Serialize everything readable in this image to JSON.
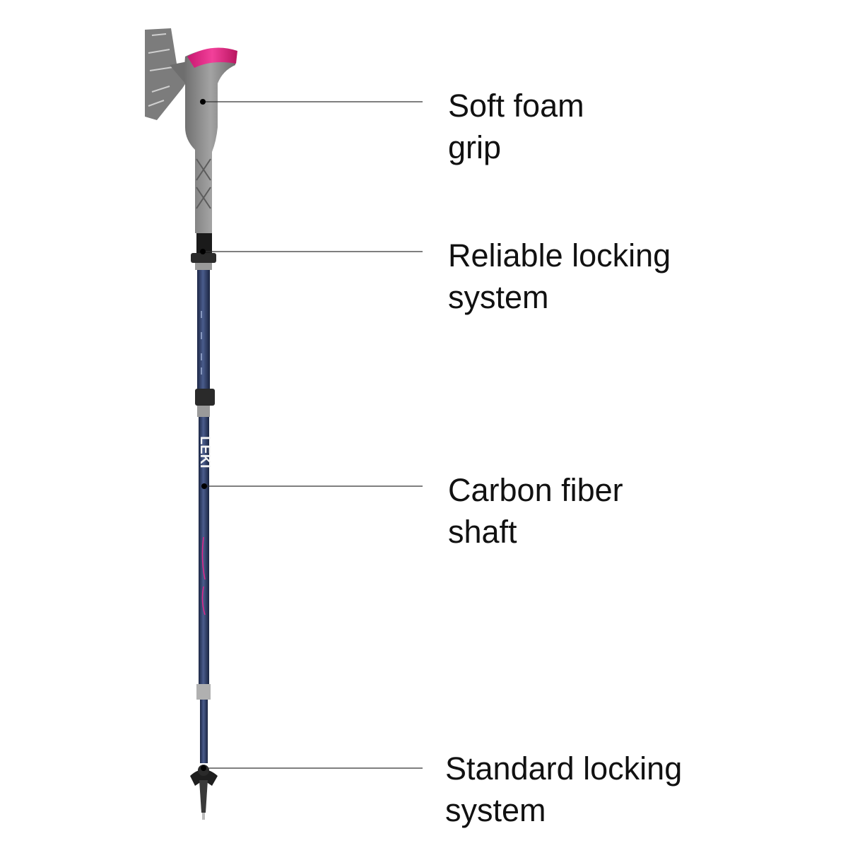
{
  "brand_text": "LEKI",
  "callouts": [
    {
      "line1": "Soft foam",
      "line2": "grip"
    },
    {
      "line1": "Reliable locking",
      "line2": "system"
    },
    {
      "line1": "Carbon fiber",
      "line2": "shaft"
    },
    {
      "line1": "Standard locking",
      "line2": "system"
    }
  ],
  "colors": {
    "shaft": "#2f3f66",
    "grip": "#8c8c8c",
    "accent": "#e0268a",
    "strap": "#7a7a7a",
    "leader_line": "#333333"
  }
}
